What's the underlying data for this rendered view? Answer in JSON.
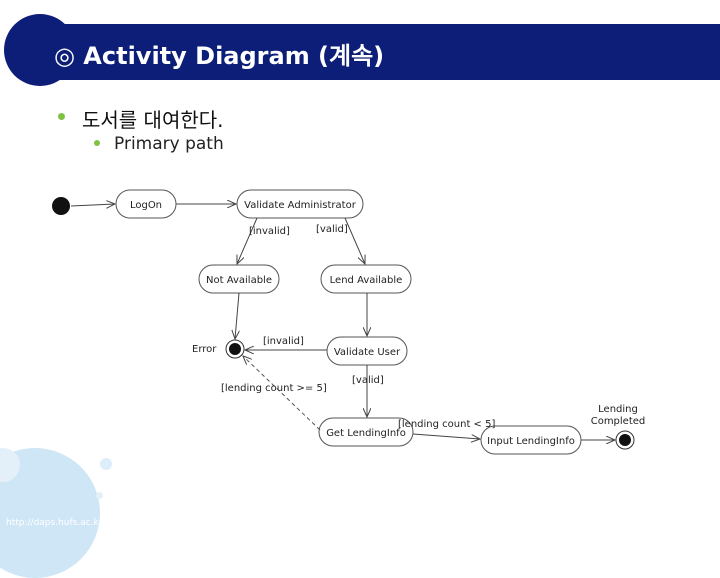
{
  "header": {
    "title": "◎ Activity Diagram (계속)",
    "bg_color": "#0d1e78"
  },
  "bullets": {
    "level1": "도서를 대여한다.",
    "level2": "Primary path",
    "bullet_color": "#7ec242"
  },
  "diagram": {
    "activities": {
      "logon": "LogOn",
      "validate_admin": "Validate Administrator",
      "not_available": "Not Available",
      "lend_available": "Lend Available",
      "validate_user": "Validate User",
      "get_lending_info": "Get LendingInfo",
      "input_lending_info": "Input LendingInfo"
    },
    "states": {
      "error": "Error",
      "final_line1": "Lending",
      "final_line2": "Completed"
    },
    "guards": {
      "invalid_admin": "[invalid]",
      "valid_admin": "[valid]",
      "invalid_user": "[invalid]",
      "valid_user": "[valid]",
      "lending_ge5": "[lending count >= 5]",
      "lending_lt5": "[lending count < 5]"
    }
  },
  "footer": {
    "url": "http://daps.hufs.ac.kr"
  }
}
